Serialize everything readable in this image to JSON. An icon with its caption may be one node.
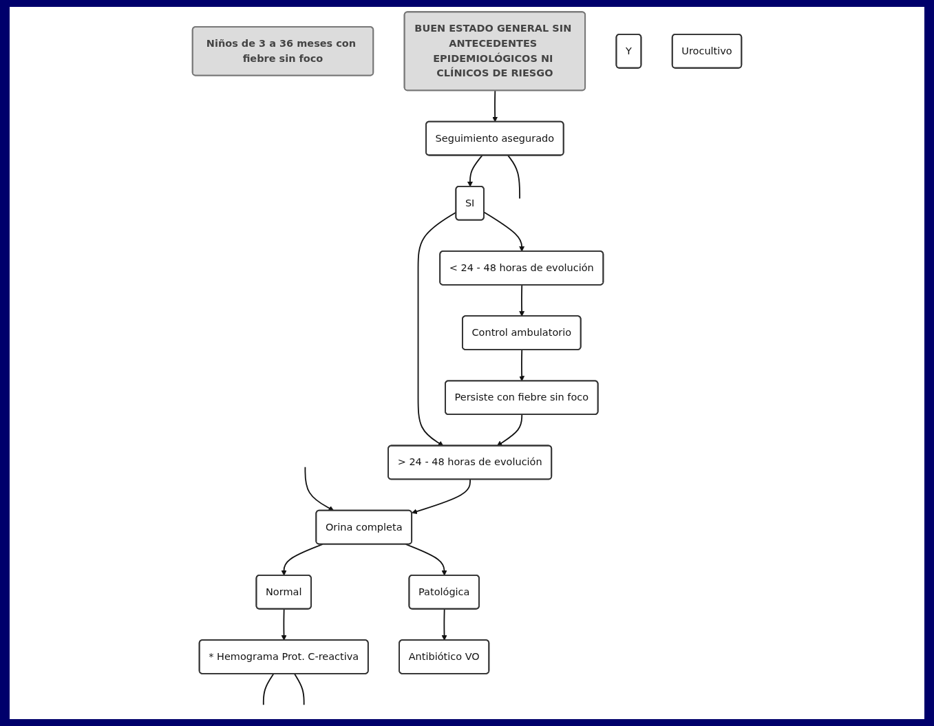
{
  "diagram": {
    "nodes": [
      {
        "text": [
          "Niños de 3 a 36 meses con fiebre sin foco"
        ]
      },
      {
        "text": [
          "BUEN ESTADO GENERAL SIN ANTECEDENTES EPIDEMIOLÓGICOS NI CLÍNICOS DE RIESGO"
        ]
      },
      {
        "text": [
          "Seguimiento asegurado"
        ]
      },
      {
        "text": [
          "SI"
        ]
      },
      {
        "text": [
          "< 24 - 48 horas de evolución"
        ]
      },
      {
        "text": [
          "> 24 - 48 horas de evolución"
        ]
      },
      {
        "text": [
          "Control ambulatorio"
        ]
      },
      {
        "text": [
          "Orina completa"
        ]
      },
      {
        "text": [
          "Y"
        ]
      },
      {
        "text": [
          "Urocultivo"
        ]
      },
      {
        "text": [
          "Persiste con fiebre sin foco"
        ]
      },
      {
        "text": [
          "Normal"
        ]
      },
      {
        "text": [
          "Patológica"
        ]
      },
      {
        "text": [
          "* Hemograma Prot. C-reactiva"
        ]
      },
      {
        "text": [
          "Antibiótico VO"
        ]
      }
    ],
    "edges": [
      {
        "from": 1,
        "to": 2,
        "arrow": "to"
      },
      {
        "from": 2,
        "to": 3,
        "arrow": "to"
      },
      {
        "from": 2,
        "to": null,
        "arrow": "none"
      },
      {
        "from": null,
        "to": 7,
        "arrow": "to"
      },
      {
        "from": 3,
        "to": 4,
        "arrow": "to"
      },
      {
        "from": 3,
        "to": 5,
        "arrow": "to"
      },
      {
        "from": 4,
        "to": 6,
        "arrow": "to"
      },
      {
        "from": 6,
        "to": 10,
        "arrow": "to"
      },
      {
        "from": 10,
        "to": 5,
        "arrow": "to"
      },
      {
        "from": 5,
        "to": 7,
        "arrow": "to"
      },
      {
        "from": 7,
        "to": 11,
        "arrow": "to"
      },
      {
        "from": 7,
        "to": 12,
        "arrow": "to"
      },
      {
        "from": 11,
        "to": 13,
        "arrow": "to"
      },
      {
        "from": 12,
        "to": 14,
        "arrow": "to"
      },
      {
        "from": 13,
        "to": null,
        "arrow": "none"
      },
      {
        "from": 13,
        "to": null,
        "arrow": "none"
      }
    ]
  }
}
